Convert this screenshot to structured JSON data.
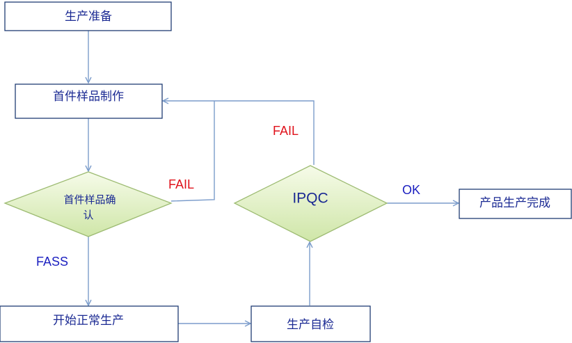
{
  "diagram": {
    "nodes": {
      "prep": {
        "label": "生产准备"
      },
      "sample_make": {
        "label": "首件样品制作"
      },
      "sample_confirm": {
        "label_line1": "首件样品确",
        "label_line2": "认"
      },
      "normal_prod": {
        "label": "开始正常生产"
      },
      "self_check": {
        "label": "生产自检"
      },
      "ipqc": {
        "label": "IPQC"
      },
      "done": {
        "label": "产品生产完成"
      }
    },
    "edges": {
      "confirm_fail": "FAIL",
      "confirm_pass": "FASS",
      "ipqc_fail": "FAIL",
      "ipqc_ok": "OK"
    },
    "colors": {
      "box_border": "#1f3c74",
      "connector": "#7b9ccb",
      "diamond_fill_top": "#f6fbe9",
      "diamond_fill_bottom": "#cfe6a8",
      "diamond_border": "#9dbb72",
      "text": "#1b2a93",
      "fail_text": "#e0121b",
      "pass_text": "#1b1fc0"
    }
  }
}
